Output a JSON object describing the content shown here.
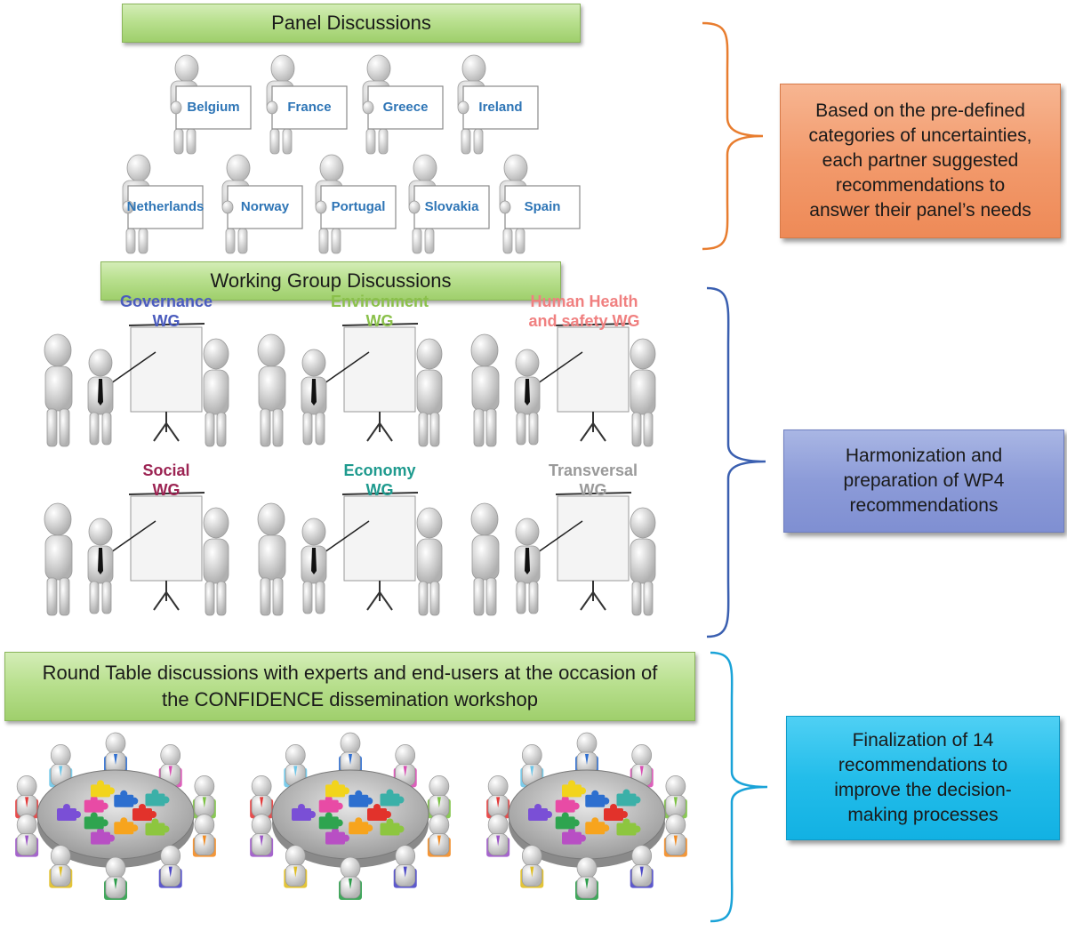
{
  "sections": {
    "panel": {
      "title": "Panel Discussions"
    },
    "working_group": {
      "title": "Working Group Discussions"
    },
    "round_table": {
      "title_line1": "Round Table discussions with experts and end-users at the occasion of",
      "title_line2": "the CONFIDENCE dissemination workshop"
    }
  },
  "countries_row1": [
    "Belgium",
    "France",
    "Greece",
    "Ireland"
  ],
  "countries_row2": [
    "Netherlands",
    "Norway",
    "Portugal",
    "Slovakia",
    "Spain"
  ],
  "working_groups": [
    {
      "line1": "Governance",
      "line2": "WG",
      "color": "#4a5bbd"
    },
    {
      "line1": "Environment",
      "line2": "WG",
      "color": "#8ac04a"
    },
    {
      "line1": "Human Health",
      "line2": "and safety WG",
      "color": "#f08080"
    },
    {
      "line1": "Social",
      "line2": "WG",
      "color": "#9c2453"
    },
    {
      "line1": "Economy",
      "line2": "WG",
      "color": "#1e9a8e"
    },
    {
      "line1": "Transversal",
      "line2": "WG",
      "color": "#9a9a9a"
    }
  ],
  "side_boxes": {
    "panel": [
      "Based on the pre-defined",
      "categories of uncertainties,",
      "each partner suggested",
      "recommendations to",
      "answer their panel’s needs"
    ],
    "working_group": [
      "Harmonization and",
      "preparation of WP4",
      "recommendations"
    ],
    "round_table": [
      "Finalization of 14",
      "recommendations to",
      "improve the decision-",
      "making processes"
    ]
  },
  "colors": {
    "brace_panel": "#e87d2f",
    "brace_wg": "#3a5fb0",
    "brace_rt": "#1aa3d8",
    "sign_text": "#2e75b6"
  }
}
